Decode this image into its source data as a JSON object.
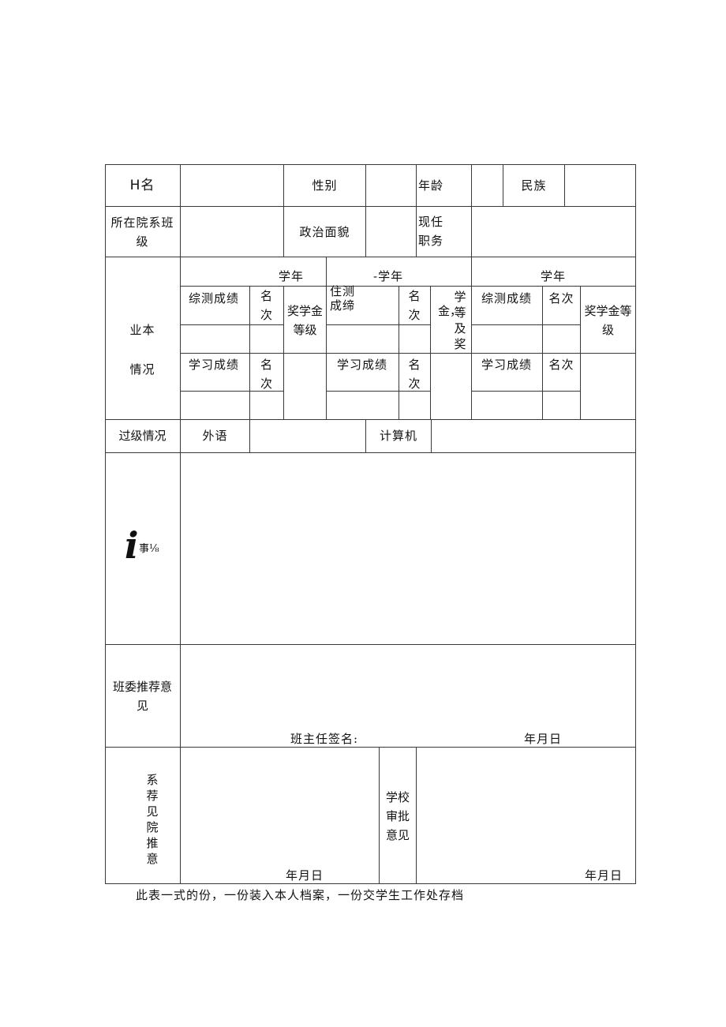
{
  "form": {
    "row1": {
      "name_label": "H名",
      "gender_label": "性别",
      "age_label": "年龄",
      "ethnicity_label": "民族"
    },
    "row2": {
      "dept_class_label_1": "所在院系班",
      "dept_class_label_2": "级",
      "political_status_label": "政治面貌",
      "position_label_1": "现任",
      "position_label_2": "职务"
    },
    "academic": {
      "section_label_1": "业本",
      "section_label_2": "情况",
      "years": [
        {
          "year_label": "学年",
          "composite_label": "综测成绩",
          "rank_label_1": "名",
          "rank_label_2": "次",
          "scholarship_label_1": "奖学金",
          "scholarship_label_2": "等级",
          "study_label": "学习成绩",
          "study_rank_1": "名",
          "study_rank_2": "次"
        },
        {
          "year_label": "-学年",
          "composite_label_1": "住测",
          "composite_label_2": "成缔",
          "rank_label_1": "名",
          "rank_label_2": "次",
          "scholarship_col1": "金，",
          "scholarship_col2": "学等及奖",
          "study_label": "学习成绩",
          "study_rank_1": "名",
          "study_rank_2": "次"
        },
        {
          "year_label": "学年",
          "composite_label": "综测成绩",
          "rank_label": "名次",
          "scholarship_label_1": "奖学金等",
          "scholarship_label_2": "级",
          "study_label": "学习成绩",
          "study_rank": "名次"
        }
      ]
    },
    "certification": {
      "label": "过级情况",
      "foreign_language_label": "外语",
      "computer_label": "计算机"
    },
    "deeds": {
      "big_glyph": "i",
      "label_suffix": "事⅛"
    },
    "class_committee": {
      "label_1": "班委推荐意",
      "label_2": "见",
      "signature_label": "班主任签名:",
      "date_label": "年月日"
    },
    "dept_recommendation": {
      "label": "系荐见院推意",
      "date_label": "年月日"
    },
    "school_approval": {
      "label_1": "学校",
      "label_2": "审批",
      "label_3": "意见",
      "date_label": "年月日"
    },
    "footer_note": "此表一式的份，一份装入本人档案，一份交学生工作处存档"
  }
}
